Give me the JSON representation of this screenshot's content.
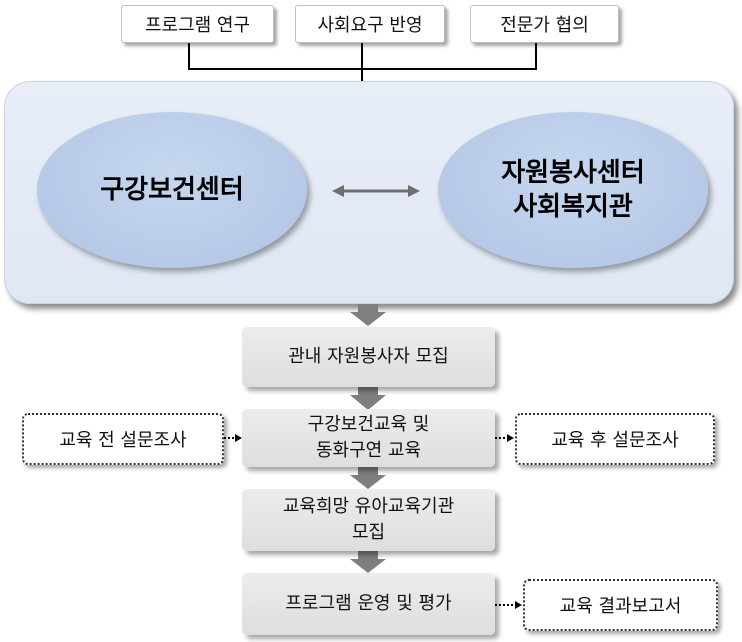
{
  "inputs": [
    "프로그램 연구",
    "사회요구 반영",
    "전문가 협의"
  ],
  "center": {
    "left": "구강보건센터",
    "right_line1": "자원봉사센터",
    "right_line2": "사회복지관"
  },
  "steps": [
    {
      "line1": "관내 자원봉사자 모집",
      "line2": ""
    },
    {
      "line1": "구강보건교육 및",
      "line2": "동화구연 교육"
    },
    {
      "line1": "교육희망 유아교육기관",
      "line2": "모집"
    },
    {
      "line1": "프로그램 운영 및 평가",
      "line2": ""
    }
  ],
  "side_boxes": {
    "pre_survey": "교육 전 설문조사",
    "post_survey": "교육 후 설문조사",
    "report": "교육 결과보고서"
  },
  "colors": {
    "panel": "#e3eaf5",
    "ellipse": "#b6c9e6",
    "step_box": "#e4e4e4",
    "down_arrow": "#7f7f7f"
  }
}
